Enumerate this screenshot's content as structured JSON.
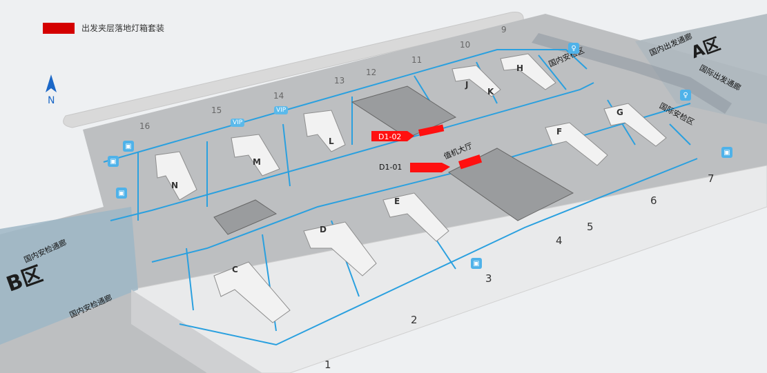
{
  "legend": {
    "label": "出发夹层落地灯箱套装",
    "color": "#d40000"
  },
  "north": {
    "label": "N"
  },
  "labels": {
    "domestic_security_top": "国内安检区",
    "domestic_departure_corridor": "国内出发通廊",
    "international_departure_corridor": "国际出发通廊",
    "international_security": "国际安检区",
    "checkin_hall": "值机大厅",
    "domestic_security_corridor_1": "国内安检通廊",
    "domestic_security_corridor_2": "国内安检通廊"
  },
  "zones": {
    "a": "A区",
    "b": "B区"
  },
  "markers": [
    {
      "id": "d1_02",
      "label": "D1-02"
    },
    {
      "id": "d1_01",
      "label": "D1-01"
    }
  ],
  "gates_bottom": [
    "1",
    "2",
    "3",
    "4",
    "5",
    "6",
    "7"
  ],
  "gates_top": [
    "9",
    "10",
    "11",
    "12",
    "13",
    "14",
    "15",
    "16"
  ],
  "islands": [
    "C",
    "D",
    "E",
    "F",
    "G",
    "H",
    "J",
    "K",
    "L",
    "M",
    "N"
  ],
  "vip_labels": [
    "VIP",
    "VIP"
  ],
  "colors": {
    "route": "#2aa0df",
    "floor": "#b9bbbd",
    "island": "#f4f4f4",
    "marker": "#ff1010"
  }
}
